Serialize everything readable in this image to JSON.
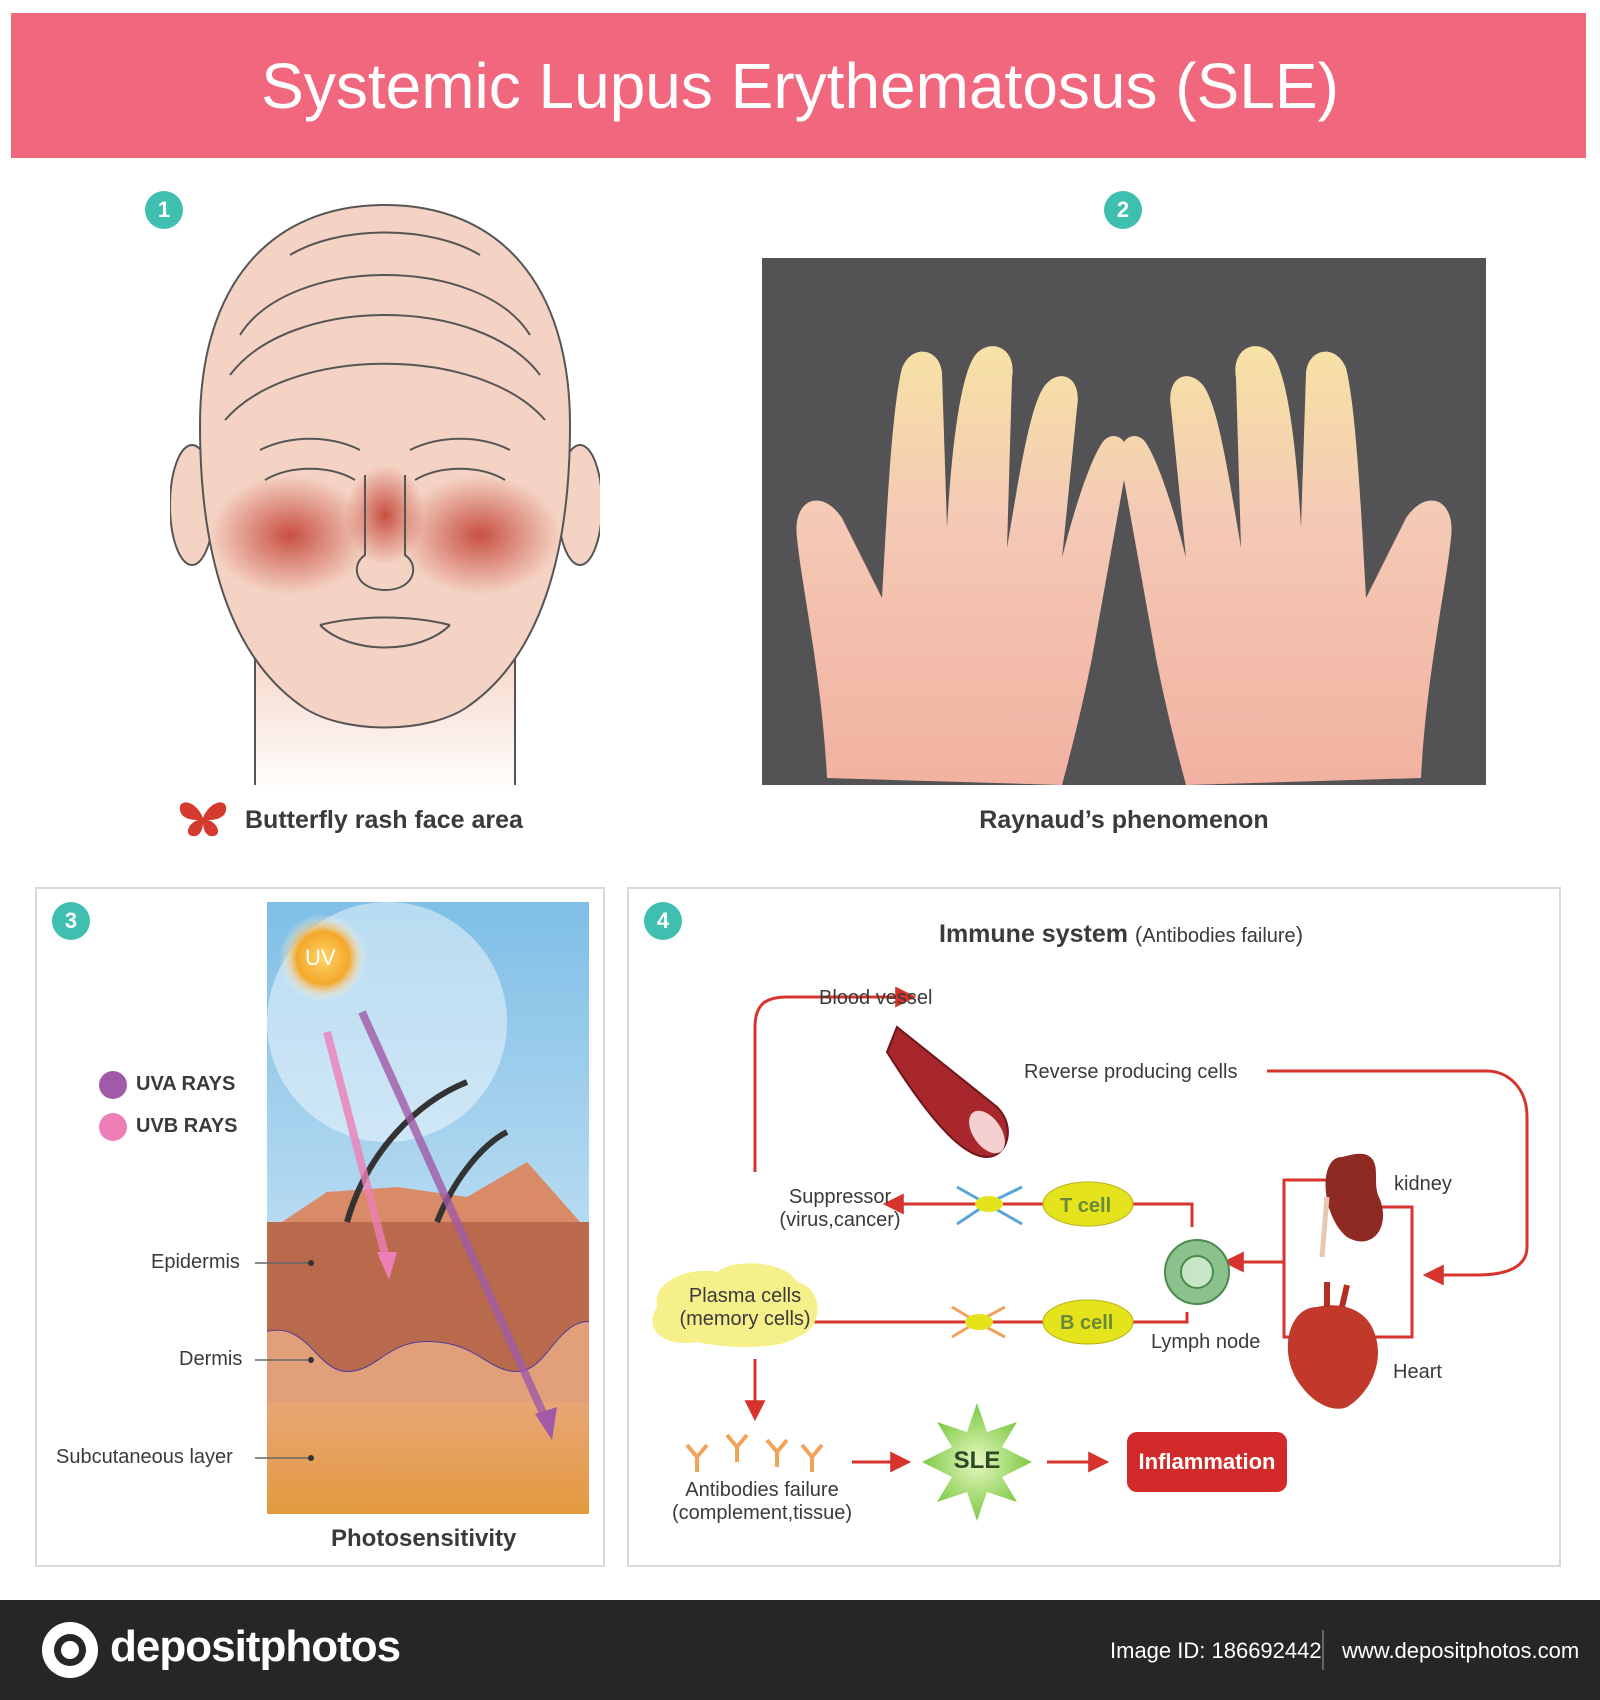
{
  "header": {
    "title": "Systemic Lupus Erythematosus (SLE)"
  },
  "panel1": {
    "badge": "1",
    "caption": "Butterfly rash face area"
  },
  "panel2": {
    "badge": "2",
    "caption": "Raynaud’s phenomenon"
  },
  "panel3": {
    "badge": "3",
    "sun_label": "UV",
    "legend": [
      {
        "label": "UVA RAYS",
        "color": "#a05aa8"
      },
      {
        "label": "UVB RAYS",
        "color": "#ee7fb6"
      }
    ],
    "layers": [
      "Epidermis",
      "Dermis",
      "Subcutaneous layer"
    ],
    "caption": "Photosensitivity"
  },
  "panel4": {
    "badge": "4",
    "title_main": "Immune system",
    "title_paren_open": "(",
    "title_sub": "Antibodies failure",
    "title_paren_close": ")",
    "blood_vessel": "Blood vessel",
    "reverse_cells": "Reverse producing cells",
    "suppressor_line1": "Suppressor",
    "suppressor_line2": "(virus,cancer)",
    "t_cell": "T cell",
    "b_cell": "B cell",
    "kidney": "kidney",
    "lymph_node": "Lymph node",
    "heart": "Heart",
    "plasma_line1": "Plasma cells",
    "plasma_line2": "(memory cells)",
    "antibodies_line1": "Antibodies failure",
    "antibodies_line2": "(complement,tissue)",
    "sle": "SLE",
    "inflammation": "Inflammation"
  },
  "footer": {
    "logo_text": "depositphotos",
    "image_id": "Image ID: 186692442",
    "url": "www.depositphotos.com"
  },
  "colors": {
    "title_band": "#f0677e",
    "badge": "#3fbfb0",
    "arrow_red": "#d6342c",
    "inflammation": "#d22a2a",
    "footer": "#262627"
  }
}
